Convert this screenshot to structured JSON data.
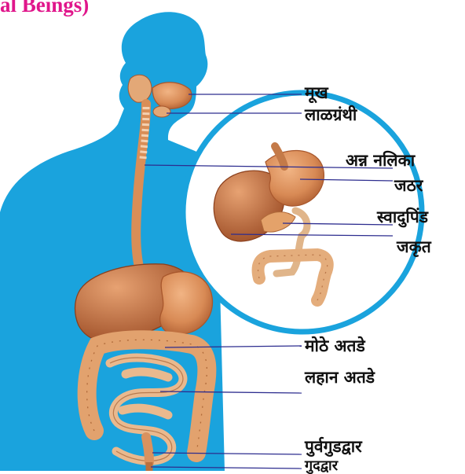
{
  "title": "al Beings)",
  "colors": {
    "silhouette": "#1aa3dd",
    "organ": "#d88a55",
    "organ_dark": "#a8572c",
    "leader_line": "#2d2d8f",
    "title": "#e0168b",
    "label": "#111111"
  },
  "labels": {
    "mouth": "मूख",
    "salivary_glands": "लाळग्रंथी",
    "esophagus": "अन्न नलिका",
    "stomach": "जठर",
    "pancreas": "स्वादुपिंड",
    "liver": "जकृत",
    "large_intestine": "मोठे अतडे",
    "small_intestine": "लहान अतडे",
    "rectum": "पुर्वगुडद्वार",
    "anus": "गुदद्वार"
  }
}
